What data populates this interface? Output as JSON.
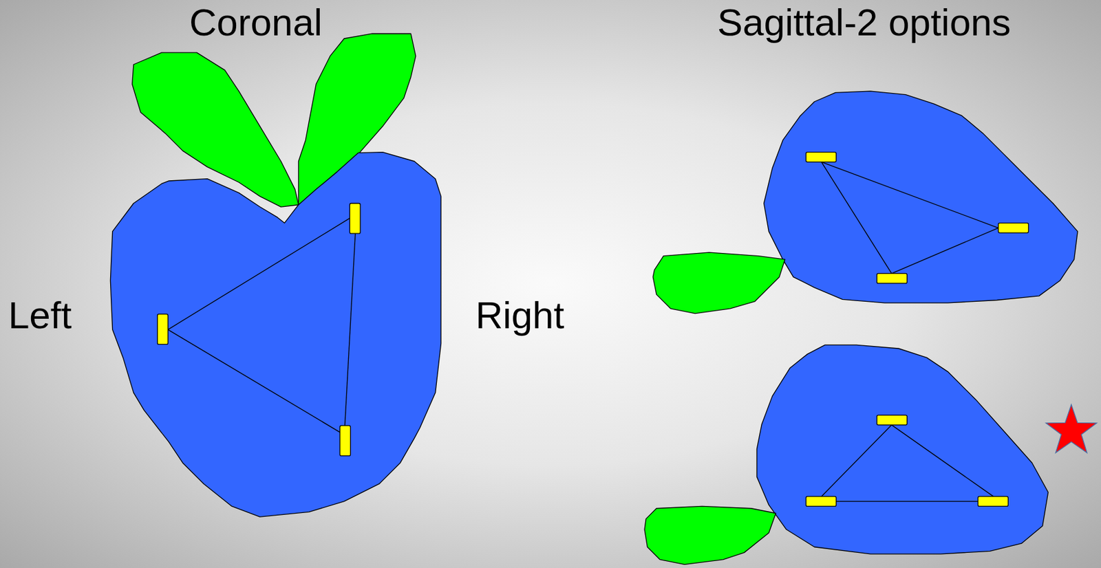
{
  "diagram": {
    "labels": [
      "Coronal",
      "Sagittal-2 options",
      "Left",
      "Right"
    ]
  }
}
